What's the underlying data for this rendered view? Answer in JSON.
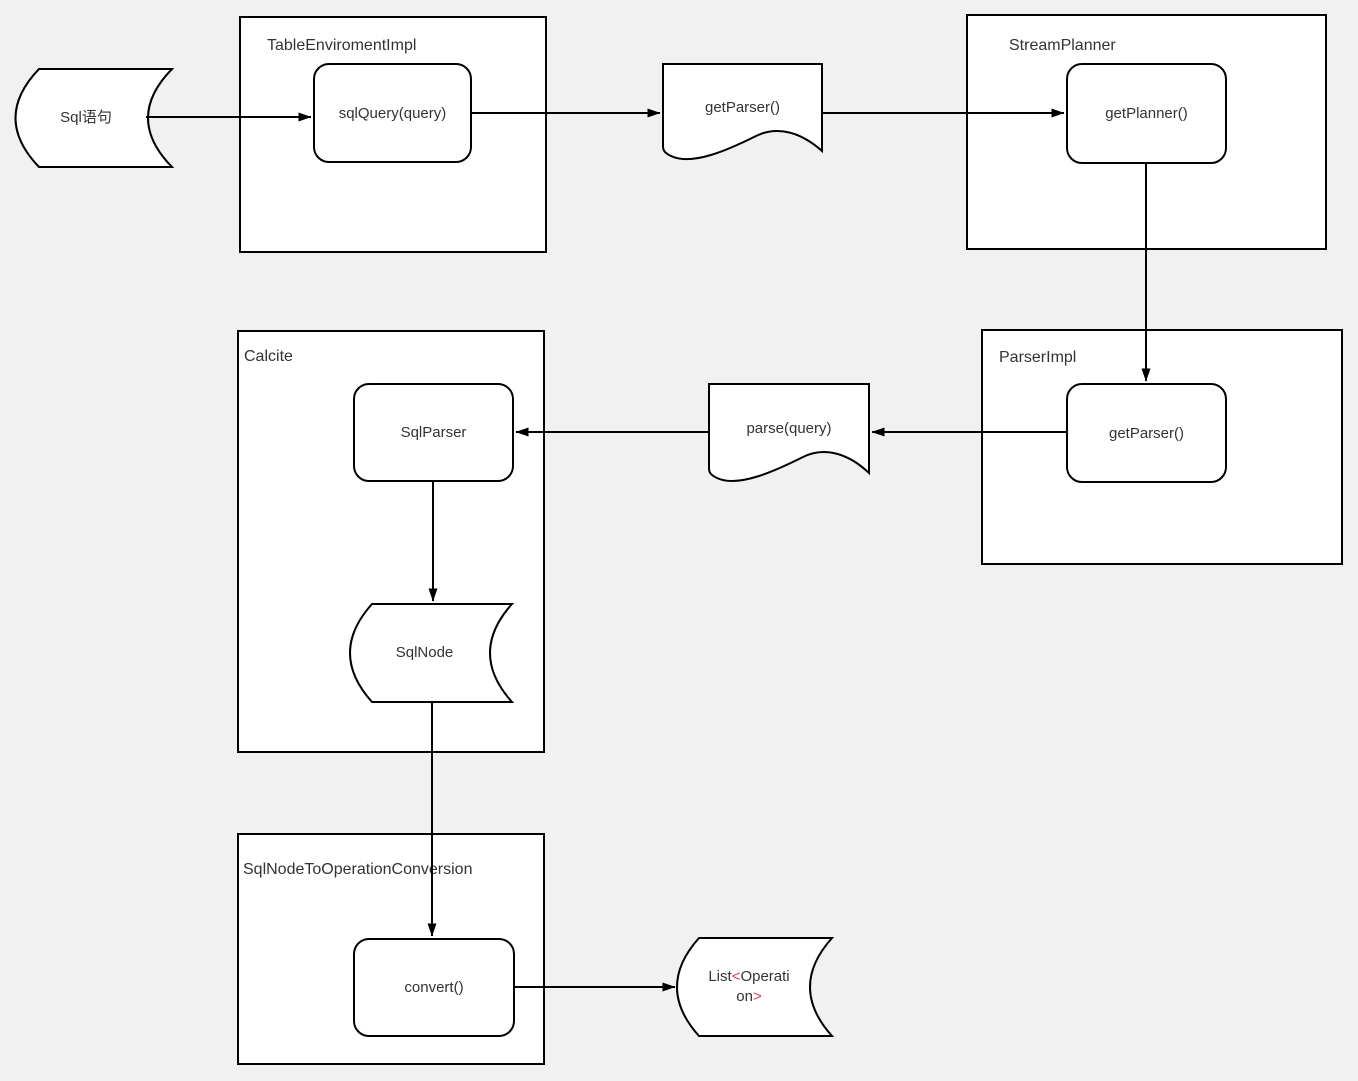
{
  "colors": {
    "background": "#f1f1f1",
    "shape_fill": "#ffffff",
    "stroke": "#000000",
    "text": "#333333",
    "bracket_red": "#d9404a"
  },
  "containers": {
    "table_environment": {
      "title": "TableEnviromentImpl"
    },
    "stream_planner": {
      "title": "StreamPlanner"
    },
    "parser_impl": {
      "title": "ParserImpl"
    },
    "calcite": {
      "title": "Calcite"
    },
    "sql_node_to_operation_conversion": {
      "title": "SqlNodeToOperationConversion"
    }
  },
  "nodes": {
    "sql_statement": {
      "label": "Sql语句",
      "shape": "stored-data"
    },
    "sql_query": {
      "label": "sqlQuery(query)",
      "shape": "rounded"
    },
    "get_parser_document": {
      "label": "getParser()",
      "shape": "document"
    },
    "get_planner": {
      "label": "getPlanner()",
      "shape": "rounded"
    },
    "get_parser": {
      "label": "getParser()",
      "shape": "rounded"
    },
    "parse_query_document": {
      "label": "parse(query)",
      "shape": "document"
    },
    "sql_parser": {
      "label": "SqlParser",
      "shape": "rounded"
    },
    "sql_node": {
      "label": "SqlNode",
      "shape": "stored-data"
    },
    "convert": {
      "label": "convert()",
      "shape": "rounded"
    },
    "list_operation": {
      "shape": "stored-data",
      "line1_text": "List",
      "line1_bracket": "<",
      "line1_rest": "Operati",
      "line2_rest": "on",
      "line2_bracket": ">"
    }
  },
  "edges": [
    "sql_statement -> sql_query",
    "sql_query -> get_parser_document",
    "get_parser_document -> get_planner",
    "get_planner -> get_parser",
    "get_parser -> parse_query_document",
    "parse_query_document -> sql_parser",
    "sql_parser -> sql_node",
    "sql_node -> convert",
    "convert -> list_operation"
  ]
}
